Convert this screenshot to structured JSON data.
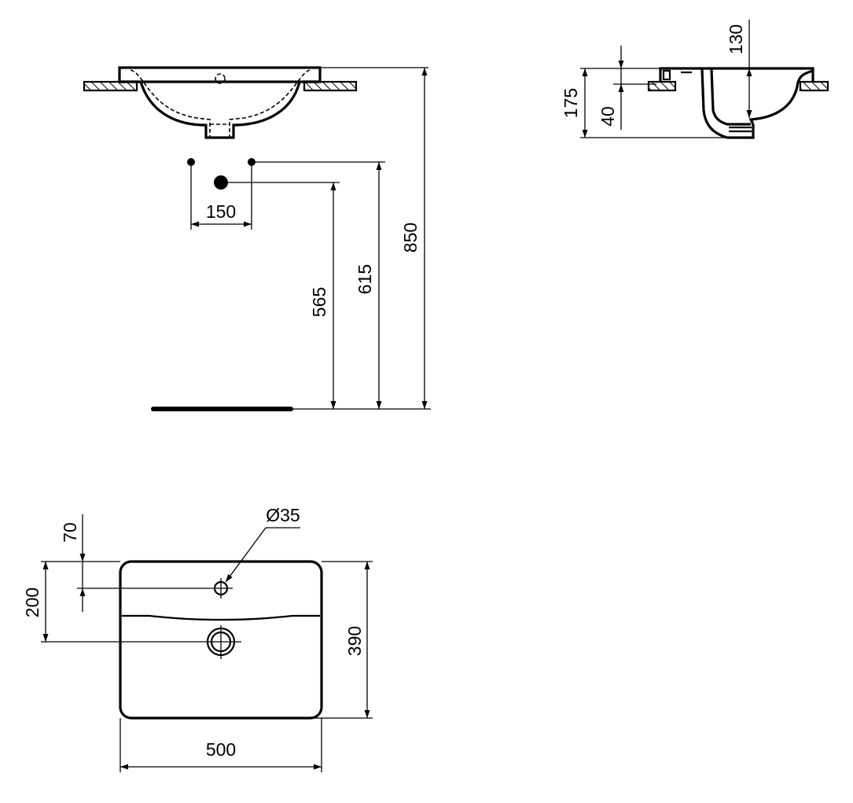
{
  "drawing": {
    "front_view": {
      "dimensions": {
        "tap_spacing": "150",
        "waste_height": "565",
        "supply_height": "615",
        "rim_height": "850"
      }
    },
    "side_view": {
      "dimensions": {
        "total_depth": "175",
        "rim_thickness": "40",
        "bowl_depth": "130"
      }
    },
    "plan_view": {
      "dimensions": {
        "tap_hole_offset": "70",
        "waste_offset": "200",
        "depth": "390",
        "width": "500",
        "tap_hole_diameter": "Ø35"
      }
    }
  },
  "colors": {
    "line": "#000000",
    "background": "#ffffff"
  }
}
